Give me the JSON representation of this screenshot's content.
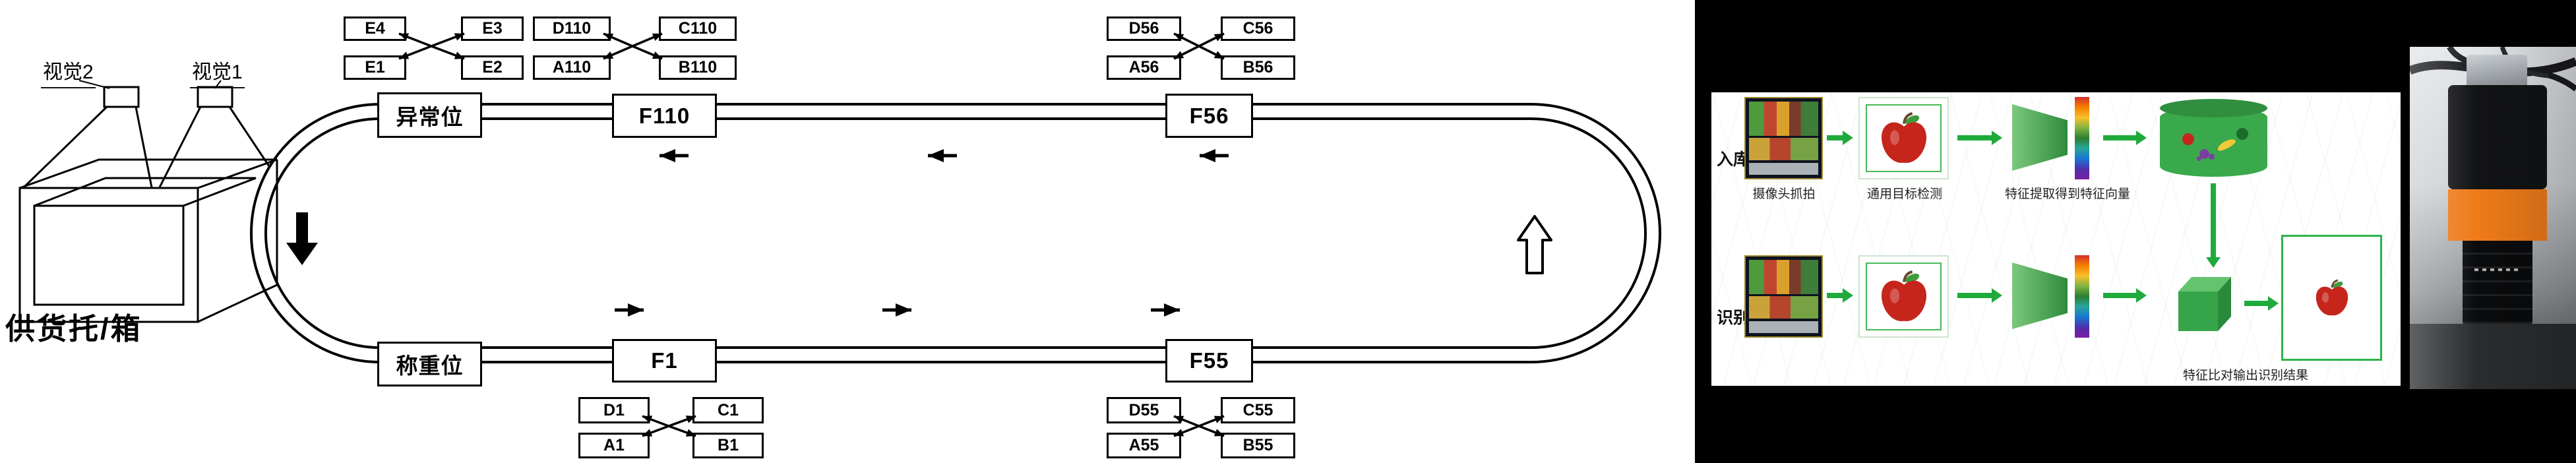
{
  "diagram": {
    "vision2_label": "视觉2",
    "vision1_label": "视觉1",
    "supply_label": "供货托/箱",
    "stations": {
      "abnormal": "异常位",
      "f110": "F110",
      "f56": "F56",
      "weighing": "称重位",
      "f1": "F1",
      "f55": "F55"
    },
    "clusters": {
      "e": {
        "tl": "E4",
        "tr": "E3",
        "bl": "E1",
        "br": "E2"
      },
      "g110": {
        "tl": "D110",
        "tr": "C110",
        "bl": "A110",
        "br": "B110"
      },
      "g56": {
        "tl": "D56",
        "tr": "C56",
        "bl": "A56",
        "br": "B56"
      },
      "g1": {
        "tl": "D1",
        "tr": "C1",
        "bl": "A1",
        "br": "B1"
      },
      "g55": {
        "tl": "D55",
        "tr": "C55",
        "bl": "A55",
        "br": "B55"
      }
    }
  },
  "flow": {
    "row_entry_label": "入库",
    "row_recognize_label": "识别",
    "caption_capture": "摄像头抓拍",
    "caption_detection": "通用目标检测",
    "caption_extraction": "特征提取得到特征向量",
    "caption_result": "特征比对输出识别结果",
    "accent_green": "#1faa3c"
  }
}
